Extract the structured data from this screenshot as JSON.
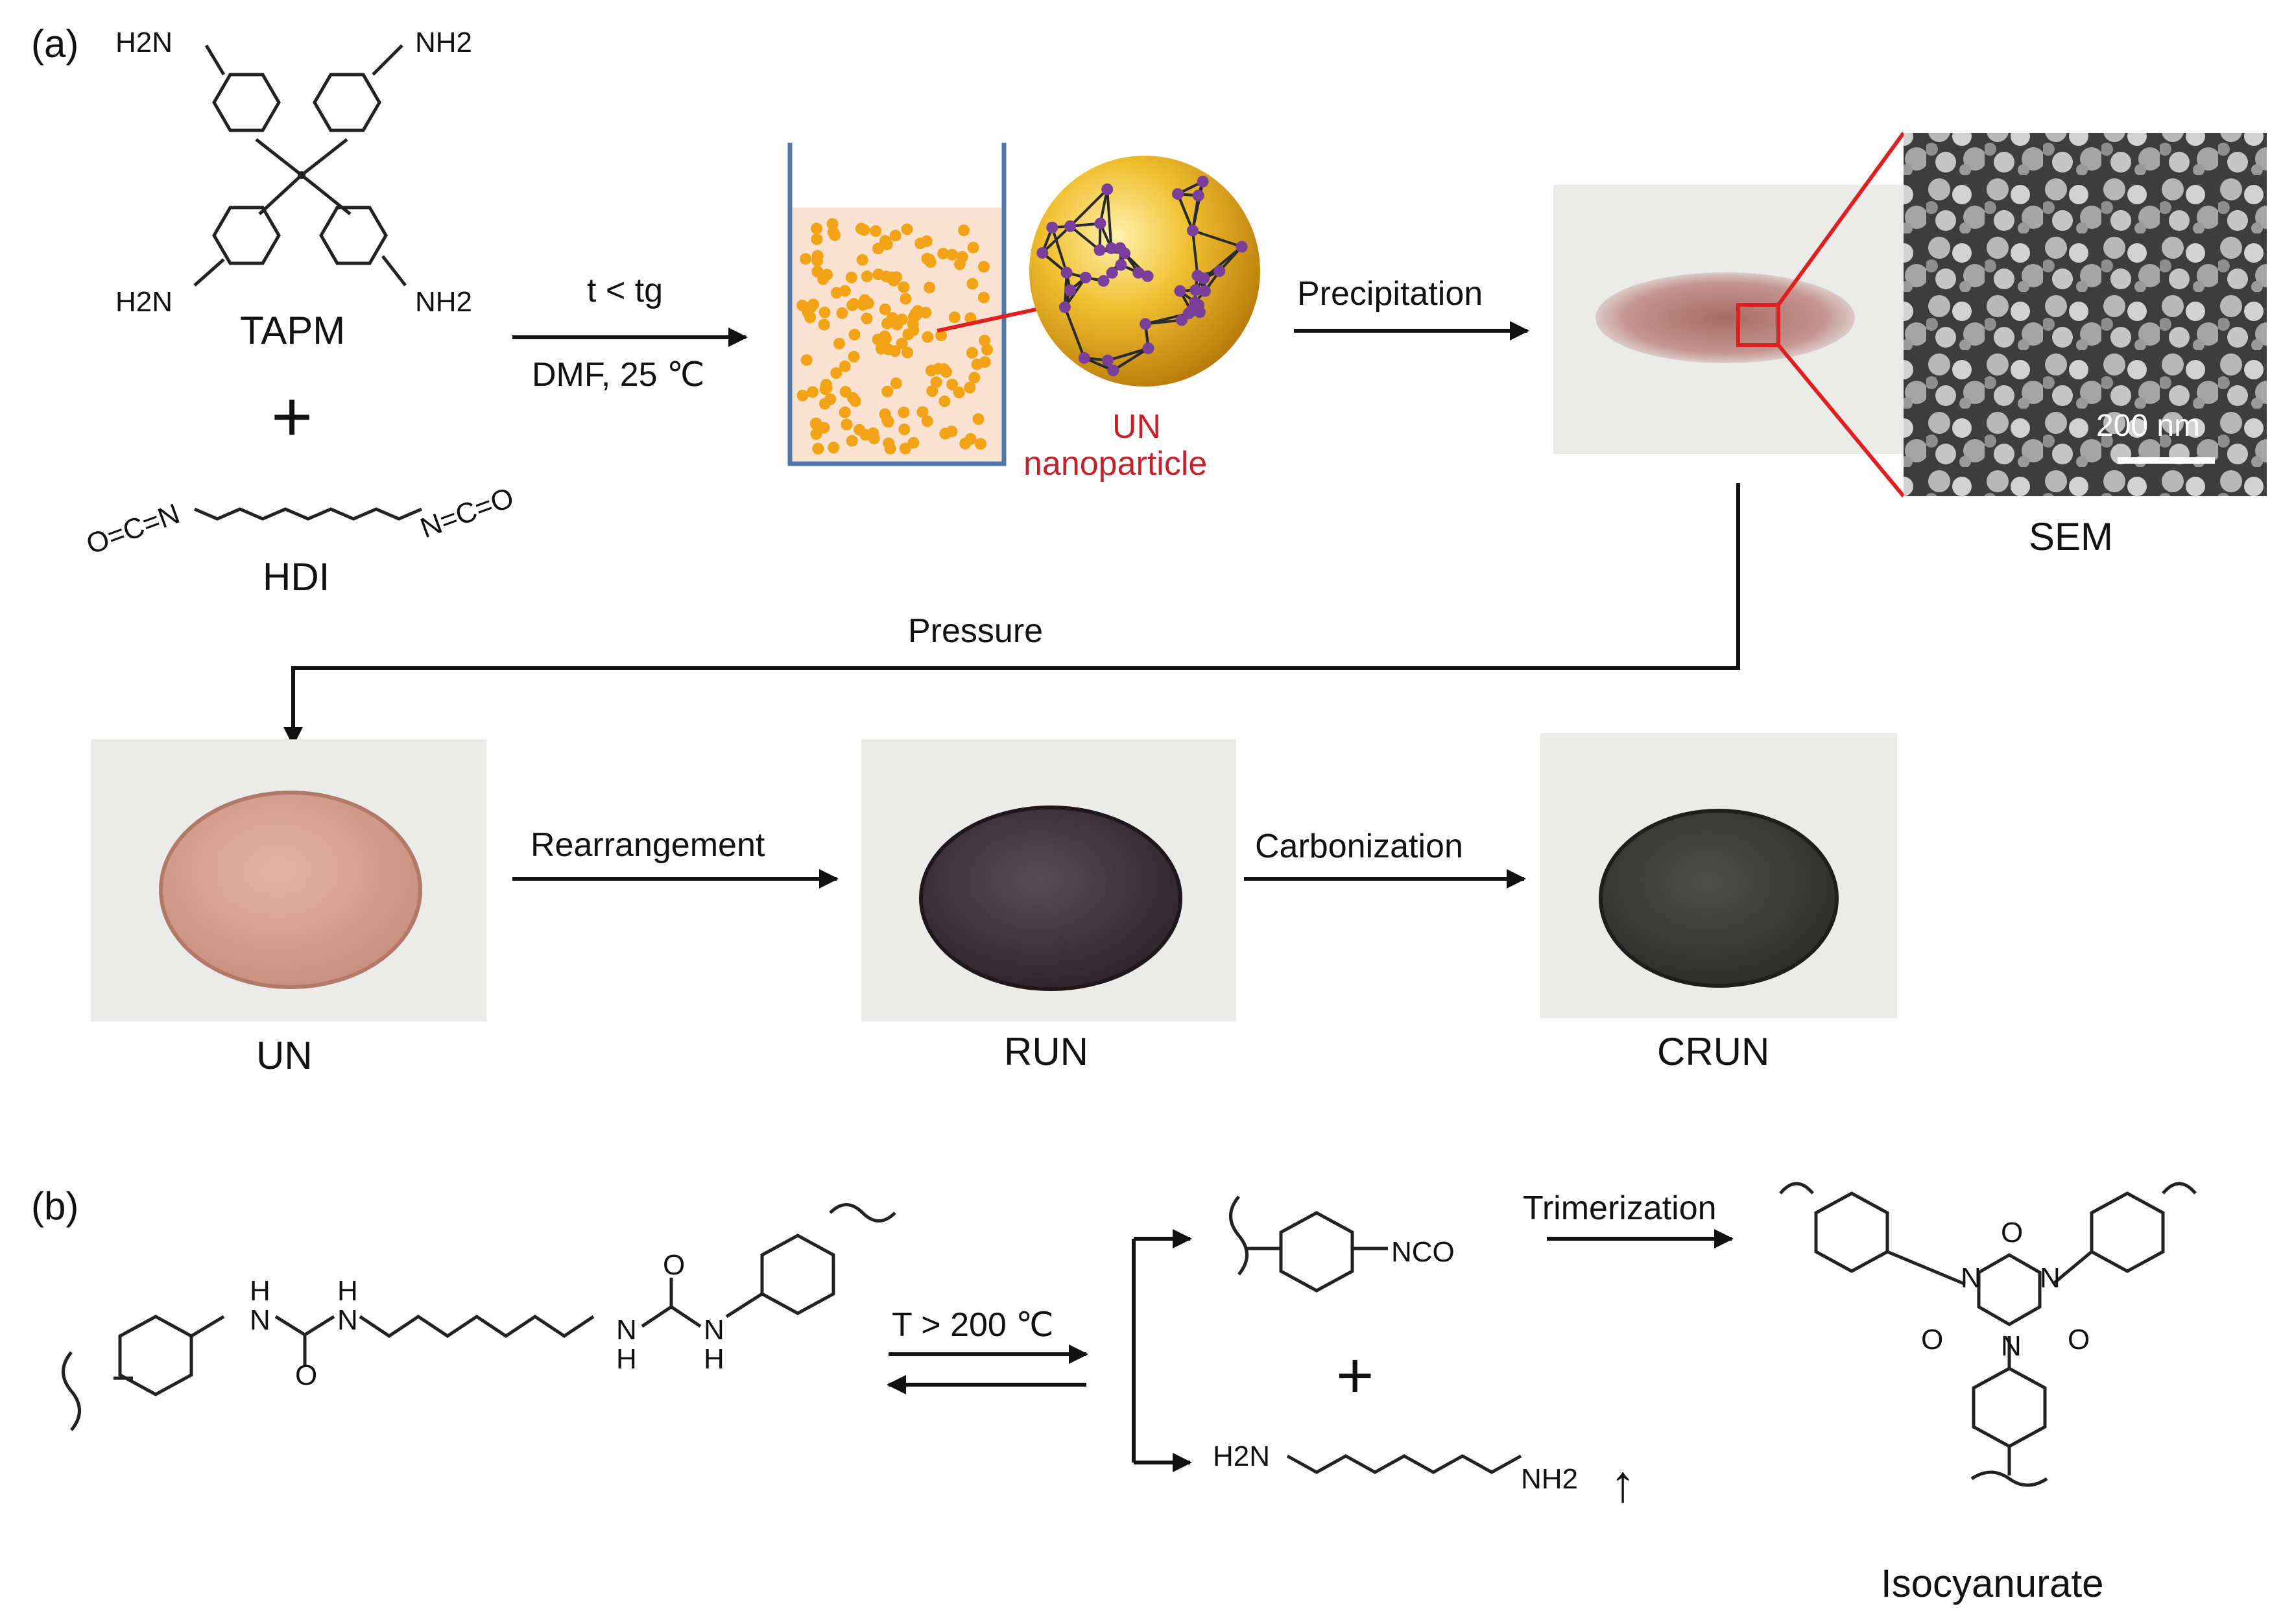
{
  "panels": {
    "a": "(a)",
    "b": "(b)"
  },
  "reactants": {
    "tapm_name": "TAPM",
    "hdi_name": "HDI",
    "amine_group": "H2N",
    "amine_group_right": "NH2",
    "isocyanate_left": "O=C=N",
    "isocyanate_right": "N=C=O",
    "plus": "+"
  },
  "step1": {
    "condition_top": "t < tg",
    "condition_bottom": "DMF, 25 ℃"
  },
  "nanoparticle": {
    "label_line1": "UN",
    "label_line2": "nanoparticle"
  },
  "precipitation": {
    "label": "Precipitation"
  },
  "sem": {
    "label": "SEM",
    "scale_bar": "200 nm"
  },
  "pressure": {
    "label": "Pressure"
  },
  "discs": [
    {
      "name": "UN"
    },
    {
      "name": "RUN"
    },
    {
      "name": "CRUN"
    }
  ],
  "arrows": {
    "rearrangement": "Rearrangement",
    "carbonization": "Carbonization"
  },
  "scheme_b": {
    "condition": "T > 200 ℃",
    "nco": "NCO",
    "trimerization": "Trimerization",
    "product": "Isocyanurate",
    "plus": "+",
    "diamine_left": "H2N",
    "diamine_right": "NH2",
    "gas_arrow": "↑",
    "atom_H": "H",
    "atom_N": "N",
    "atom_O": "O"
  },
  "colors": {
    "nanoparticle_dot": "#f2a316",
    "solution": "#fbe3d3",
    "beaker": "#4f78a8",
    "sphere_gold": "#e8b020",
    "network_node": "#7a3f9a",
    "powder": "#b07a72",
    "un_disc": "#d6a292",
    "run_disc": "#3b2f35",
    "crun_disc": "#3a3a38",
    "photo_bg": "#ebebea",
    "highlight": "#e02020",
    "label_red": "#c8202a"
  }
}
